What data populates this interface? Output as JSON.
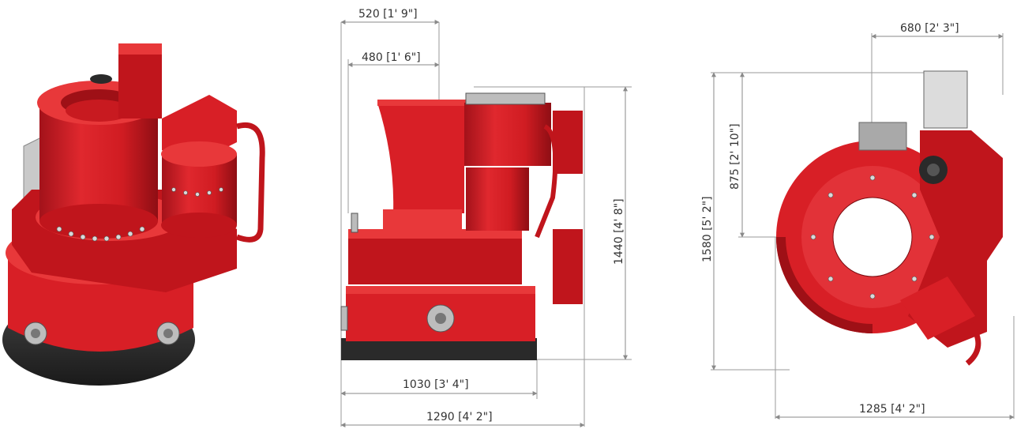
{
  "colors": {
    "machine_red": "#d81f26",
    "shadow_red": "#9e1016",
    "base_dark": "#2a2a2a",
    "dimension_line": "#8a8a8a",
    "dimension_text": "#333333"
  },
  "views": {
    "iso": {
      "name": "isometric-view"
    },
    "side": {
      "name": "side-view",
      "dims": {
        "top_width_outer": "520 [1' 9\"]",
        "top_width_inner": "480 [1' 6\"]",
        "height": "1440 [4' 8\"]",
        "base_width": "1030 [3' 4\"]",
        "overall_width": "1290 [4' 2\"]"
      }
    },
    "top": {
      "name": "top-view",
      "dims": {
        "offset_width": "680 [2' 3\"]",
        "offset_height": "875 [2' 10\"]",
        "overall_height": "1580 [5' 2\"]",
        "overall_width": "1285 [4' 2\"]"
      }
    }
  }
}
